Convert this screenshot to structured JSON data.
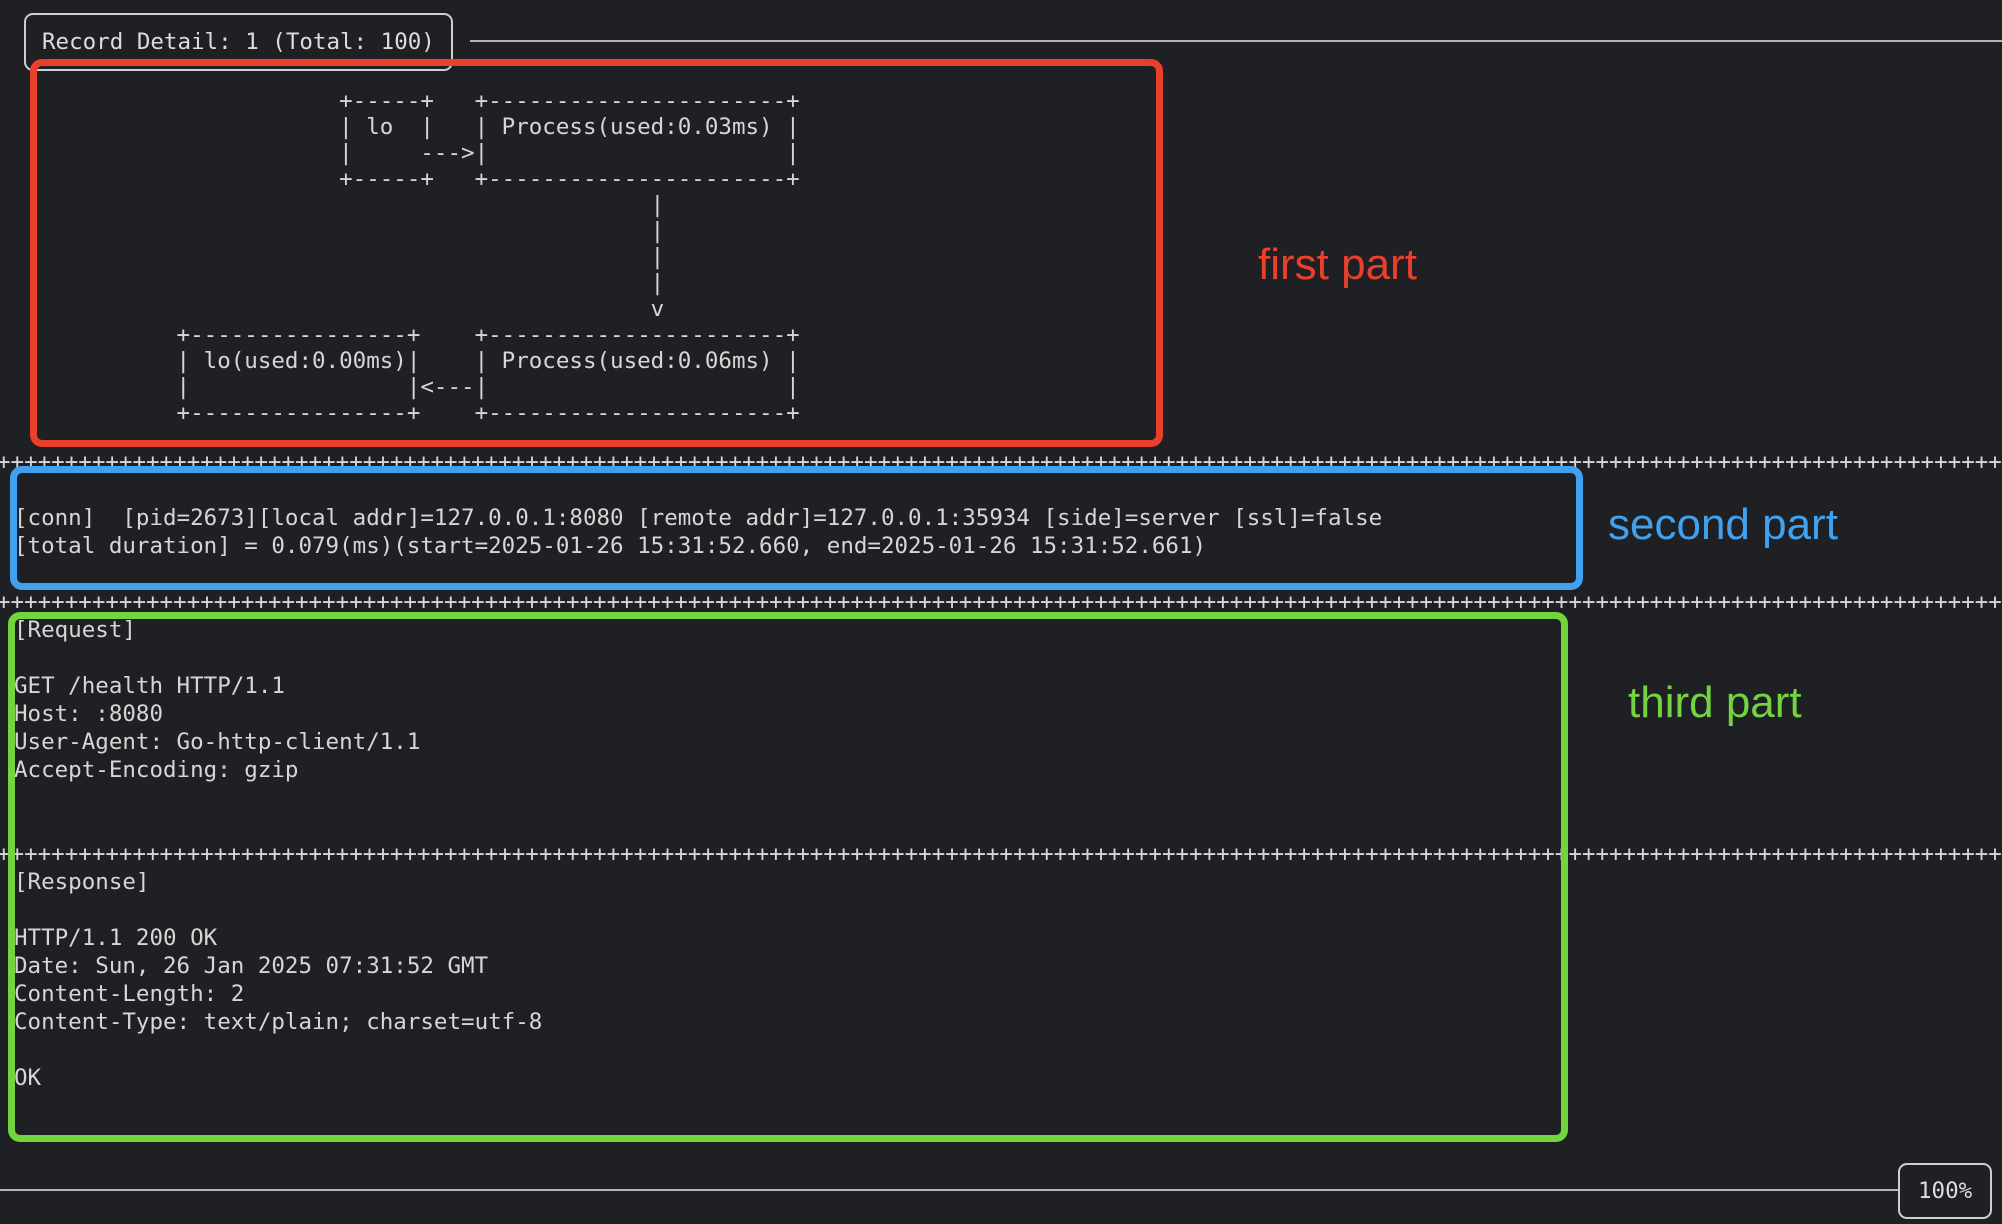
{
  "app": {
    "title": "Record Detail: 1 (Total: 100)",
    "scroll_percent": "100%"
  },
  "separator": "++++++++++++++++++++++++++++++++++++++++++++++++++++++++++++++++++++++++++++++++++++++++++++++++++++++++++++++++++++++++++++++++++++++++++++++++++++++++++++++++",
  "diagram": {
    "lines": [
      "                        +-----+   +----------------------+",
      "                        | lo  |   | Process(used:0.03ms) |",
      "                        |     --->|                      |",
      "                        +-----+   +----------------------+",
      "                                               |",
      "                                               |",
      "                                               |",
      "                                               |",
      "                                               v",
      "            +----------------+    +----------------------+",
      "            | lo(used:0.00ms)|    | Process(used:0.06ms) |",
      "            |                |<---|                      |",
      "            +----------------+    +----------------------+"
    ]
  },
  "conn": {
    "lines": [
      "[conn]  [pid=2673][local addr]=127.0.0.1:8080 [remote addr]=127.0.0.1:35934 [side]=server [ssl]=false",
      "[total duration] = 0.079(ms)(start=2025-01-26 15:31:52.660, end=2025-01-26 15:31:52.661)"
    ]
  },
  "request": {
    "lines": [
      "[Request]",
      "",
      "GET /health HTTP/1.1",
      "Host: :8080",
      "User-Agent: Go-http-client/1.1",
      "Accept-Encoding: gzip"
    ]
  },
  "response": {
    "lines": [
      "[Response]",
      "",
      "HTTP/1.1 200 OK",
      "Date: Sun, 26 Jan 2025 07:31:52 GMT",
      "Content-Length: 2",
      "Content-Type: text/plain; charset=utf-8",
      "",
      "OK"
    ]
  },
  "annotations": {
    "first": {
      "label": "first part",
      "color": "#e8402a"
    },
    "second": {
      "label": "second part",
      "color": "#42a1ee"
    },
    "third": {
      "label": "third part",
      "color": "#74d440"
    }
  }
}
